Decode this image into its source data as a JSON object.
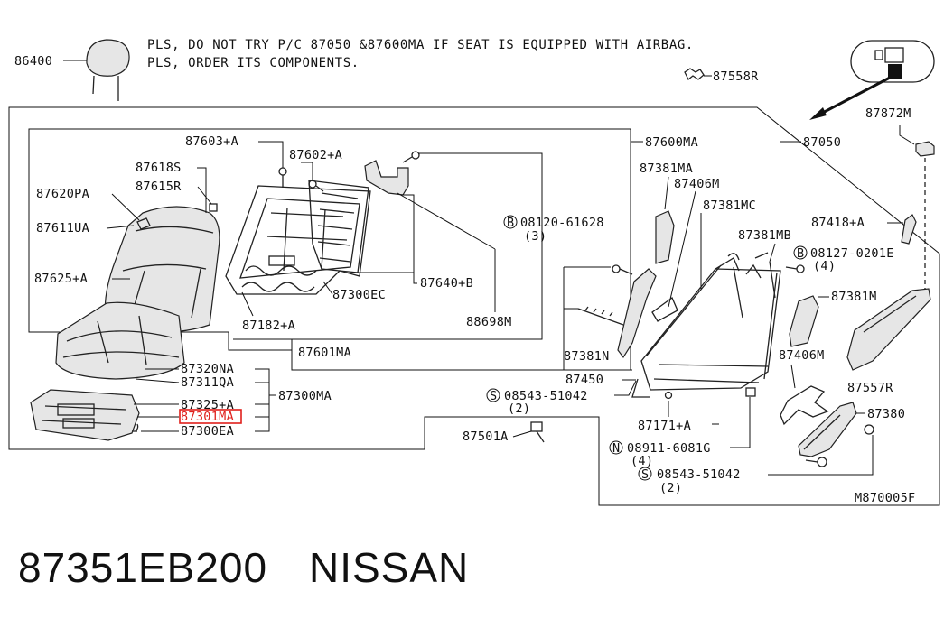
{
  "header_note": {
    "line1": "PLS, DO NOT TRY P/C  87050  &87600MA IF SEAT IS EQUIPPED WITH AIRBAG.",
    "line2": "PLS, ORDER ITS COMPONENTS."
  },
  "labels": {
    "p86400": "86400",
    "p87558R": "87558R",
    "p87872M": "87872M",
    "p87050": "87050",
    "p87600MA": "87600MA",
    "p87603A": "87603+A",
    "p87602A": "87602+A",
    "p87618S": "87618S",
    "p87615R": "87615R",
    "p87620PA": "87620PA",
    "p87611UA": "87611UA",
    "p87625A": "87625+A",
    "b08120": "08120-61628",
    "b08120_qty": "(3)",
    "p87640B": "87640+B",
    "p87300EC": "87300EC",
    "p88698M": "88698M",
    "p87182A": "87182+A",
    "p87601MA": "87601MA",
    "p87320NA": "87320NA",
    "p87311QA": "87311QA",
    "p87300MA": "87300MA",
    "p87325A": "87325+A",
    "p87301MA": "87301MA",
    "p87300EA": "87300EA",
    "p87381MA": "87381MA",
    "p87406M_top": "87406M",
    "p87381MC": "87381MC",
    "p87381MB": "87381MB",
    "p87418A": "87418+A",
    "b08127": "08127-0201E",
    "b08127_qty": "(4)",
    "p87381M": "87381M",
    "p87381N": "87381N",
    "p87450": "87450",
    "s08543_a": "08543-51042",
    "s08543_a_qty": "(2)",
    "p87406M_bot": "87406M",
    "p87557R": "87557R",
    "p87380": "87380",
    "p87171A": "87171+A",
    "p87501A": "87501A",
    "n08911": "08911-6081G",
    "n08911_qty": "(4)",
    "s08543_b": "08543-51042",
    "s08543_b_qty": "(2)",
    "fig_code": "M870005F"
  },
  "markers": {
    "bolt": "B",
    "screw": "S",
    "nut": "N"
  },
  "footer": {
    "part_number": "87351EB200",
    "brand": "NISSAN"
  },
  "highlight_color": "#e0201c"
}
